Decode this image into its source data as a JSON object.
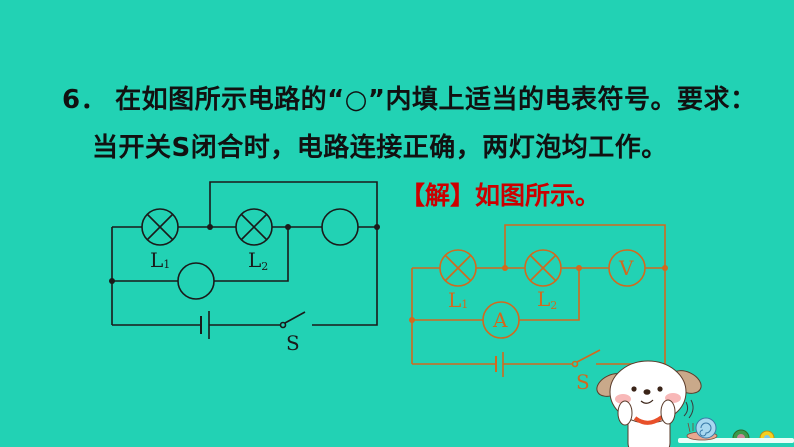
{
  "question": {
    "number": "6．",
    "line1": "在如图所示电路的“○”内填上适当的电表符号。要求：",
    "line2": "当开关S闭合时，电路连接正确，两灯泡均工作。"
  },
  "answer": {
    "text": "【解】如图所示。"
  },
  "diagram_question": {
    "lamp1_label": "L",
    "lamp1_sub": "1",
    "lamp2_label": "L",
    "lamp2_sub": "2",
    "switch_label": "S",
    "meter_top": "",
    "meter_middle": "",
    "color": "#1a1a1a"
  },
  "diagram_answer": {
    "lamp1_label": "L",
    "lamp1_sub": "1",
    "lamp2_label": "L",
    "lamp2_sub": "2",
    "switch_label": "S",
    "meter_top": "V",
    "meter_middle": "A",
    "color": "#d2691e"
  },
  "colors": {
    "background": "#22d2b4",
    "question_text": "#111111",
    "answer_text": "#cc0000"
  },
  "decoration": {
    "mascot": "cartoon-puppy",
    "items": [
      "snail",
      "green-ring",
      "yellow-ring"
    ]
  }
}
